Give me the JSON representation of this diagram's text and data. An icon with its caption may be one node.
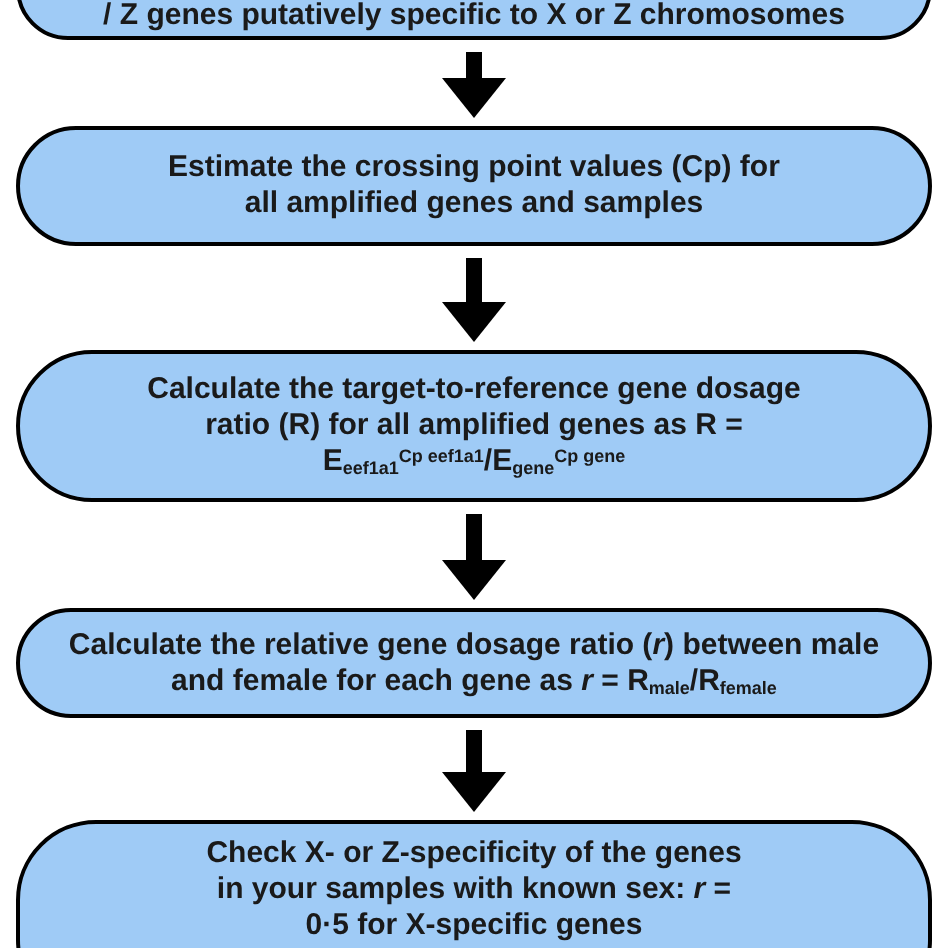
{
  "diagram": {
    "nodes": [
      {
        "text": [
          "/ Z genes putatively specific to X or Z chromosomes"
        ]
      },
      {
        "text": [
          "Estimate the crossing point values (Cp) for all amplified genes and samples"
        ]
      },
      {
        "text": [
          "Calculate the target-to-reference gene dosage ratio (R) for all amplified genes as R = E$_{eef1a1}$$^{Cp eef1a1}$/E$_{gene}$$^{Cp gene}$"
        ]
      },
      {
        "text": [
          "Calculate the relative gene dosage ratio (*r*) between male and female for each gene as *r* = R$_{male}$/R$_{female}$"
        ]
      },
      {
        "text": [
          "Check X- or Z-specificity of the genes in your samples with known sex: *r* = 0·5 for X-specific genes"
        ]
      }
    ],
    "edges": [
      {
        "from": 0,
        "to": 1,
        "arrow": "to"
      },
      {
        "from": 1,
        "to": 2,
        "arrow": "to"
      },
      {
        "from": 2,
        "to": 3,
        "arrow": "to"
      },
      {
        "from": 3,
        "to": 4,
        "arrow": "to"
      }
    ]
  }
}
